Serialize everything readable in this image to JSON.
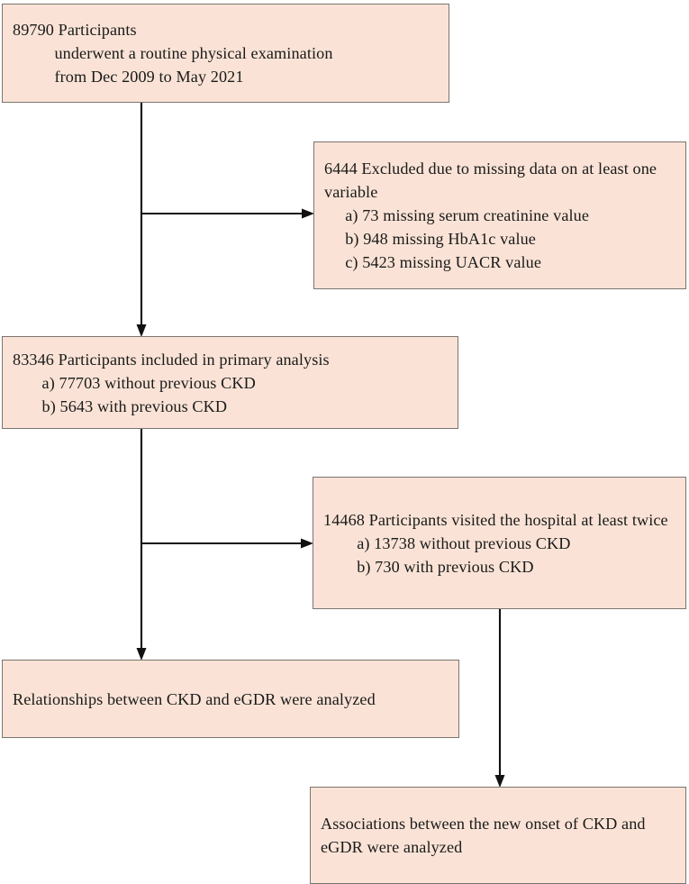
{
  "diagram": {
    "title": "Study participant flow diagram",
    "colors": {
      "node_fill": "#fae3d6",
      "node_border": "#7b7470",
      "connector": "#111111",
      "text": "#1a1a1a",
      "background": "#ffffff"
    },
    "nodes": {
      "enrolled": {
        "text": "89790 Participants\n          underwent a routine physical examination\n          from Dec 2009 to May 2021",
        "count": 89790,
        "label": "Participants underwent a routine physical examination from Dec 2009 to May 2021"
      },
      "excluded": {
        "text": "6444 Excluded due to missing data on at least one variable\n     a) 73 missing serum creatinine value\n     b) 948 missing HbA1c value\n     c) 5423 missing UACR value",
        "count": 6444,
        "label": "Excluded due to missing data on at least one variable",
        "items": [
          "a) 73 missing serum creatinine value",
          "b) 948 missing HbA1c value",
          "c) 5423 missing UACR value"
        ]
      },
      "included": {
        "text": "83346 Participants included in primary analysis\n       a) 77703 without previous CKD\n       b) 5643 with previous CKD",
        "count": 83346,
        "label": "Participants included in primary analysis",
        "items": [
          "a) 77703 without previous CKD",
          "b) 5643 with previous CKD"
        ]
      },
      "revisit": {
        "text": "14468 Participants visited the hospital at least twice\n        a) 13738 without previous CKD\n        b) 730 with previous CKD",
        "count": 14468,
        "label": "Participants visited the hospital at least twice",
        "items": [
          "a) 13738 without previous CKD",
          "b) 730 with previous CKD"
        ]
      },
      "analysis_1": {
        "text": "Relationships between CKD and eGDR were analyzed",
        "label": "Relationships between CKD and eGDR were analyzed"
      },
      "analysis_2": {
        "text": "Associations between the new onset of CKD and eGDR were analyzed",
        "label": "Associations between the new onset of CKD and eGDR were analyzed"
      }
    },
    "edges": [
      {
        "name": "enrolled-to-included",
        "from": "enrolled",
        "to": "included",
        "kind": "vertical-arrow"
      },
      {
        "name": "enrolled-to-excluded",
        "from": "enrolled",
        "to": "excluded",
        "kind": "branch-right-arrow"
      },
      {
        "name": "included-to-analysis-1",
        "from": "included",
        "to": "analysis_1",
        "kind": "vertical-arrow"
      },
      {
        "name": "included-to-revisit",
        "from": "included",
        "to": "revisit",
        "kind": "branch-right-arrow"
      },
      {
        "name": "revisit-to-analysis-2",
        "from": "revisit",
        "to": "analysis_2",
        "kind": "vertical-arrow"
      }
    ]
  }
}
